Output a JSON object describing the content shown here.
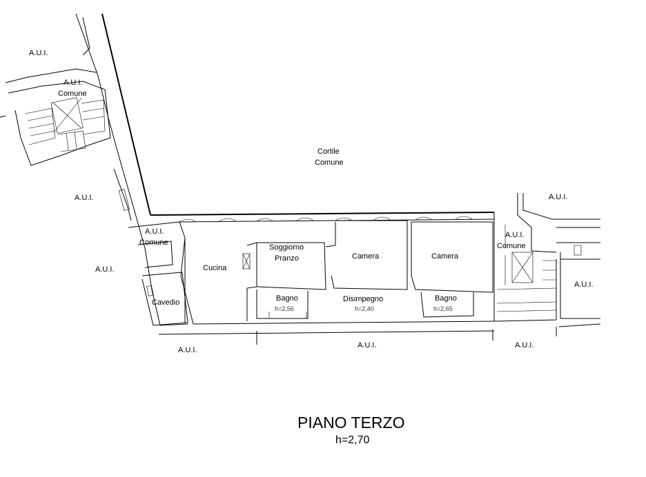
{
  "title": "PIANO TERZO",
  "floor_height": "h=2,70",
  "labels": {
    "aui": "A.U.I.",
    "comune": "Comune",
    "cortile": "Cortile",
    "cortile_comune": "Comune",
    "cucina": "Cucina",
    "cavedio": "Cavedio",
    "soggiorno": "Soggiorno",
    "pranzo": "Pranzo",
    "camera": "Camera",
    "bagno": "Bagno",
    "disimpegno": "Disimpegno",
    "h_bagno_1": "h=2,56",
    "h_disimpegno": "h=2,40",
    "h_bagno_2": "h=2,65"
  }
}
